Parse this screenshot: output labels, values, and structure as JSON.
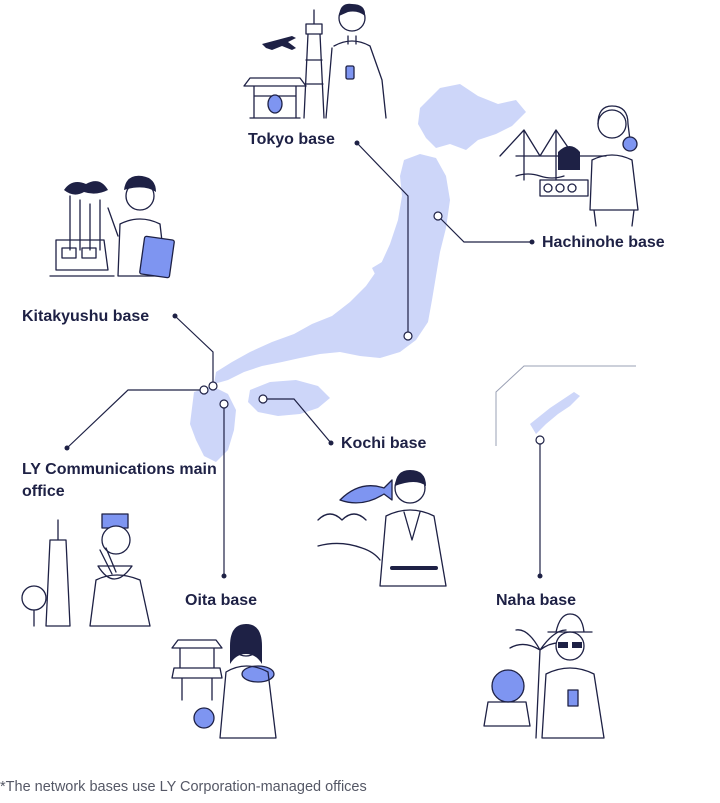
{
  "bases": {
    "tokyo": "Tokyo base",
    "hachinohe": "Hachinohe base",
    "kitakyushu": "Kitakyushu base",
    "ly_main_office": "LY Communications main office",
    "kochi": "Kochi base",
    "oita": "Oita base",
    "naha": "Naha base"
  },
  "footnote": "*The network bases use LY Corporation-managed offices",
  "colors": {
    "map": "#cdd6f9",
    "line": "#1e2145",
    "accent": "#7e95f1"
  },
  "icons": [
    "airplane-icon",
    "tower-icon",
    "fish-icon",
    "palm-tree-icon",
    "notebook-icon"
  ]
}
